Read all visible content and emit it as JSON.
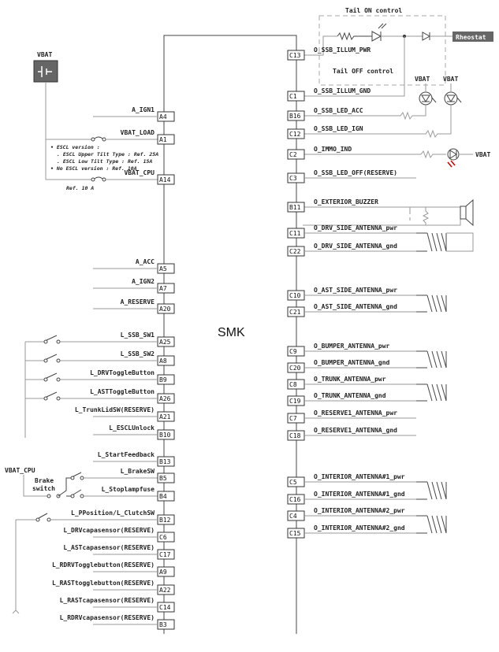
{
  "module": "SMK",
  "vbat": "VBAT",
  "vbat_cpu": "VBAT_CPU",
  "tail_on": "Tail ON control",
  "tail_off": "Tail OFF control",
  "rheostat": "Rheostat",
  "brake_switch": [
    "Brake",
    "switch"
  ],
  "ref_10a": "Ref. 10 A",
  "escl_notes": [
    "• ESCL version :",
    ". ESCL Upper Tilt Type : Ref. 25A",
    ". ESCL Low Tilt Type : Ref. 15A",
    "• No ESCL version : Ref. 10A"
  ],
  "left_pins": [
    {
      "pin": "A4",
      "label": "A_IGN1"
    },
    {
      "pin": "A1",
      "label": "VBAT_LOAD"
    },
    {
      "pin": "A14",
      "label": "VBAT_CPU"
    },
    {
      "pin": "A5",
      "label": "A_ACC"
    },
    {
      "pin": "A7",
      "label": "A_IGN2"
    },
    {
      "pin": "A20",
      "label": "A_RESERVE"
    },
    {
      "pin": "A25",
      "label": "L_SSB_SW1"
    },
    {
      "pin": "A8",
      "label": "L_SSB_SW2"
    },
    {
      "pin": "B9",
      "label": "L_DRVToggleButton"
    },
    {
      "pin": "A26",
      "label": "L_ASTToggleButton"
    },
    {
      "pin": "A21",
      "label": "L_TrunkLidSW(RESERVE)"
    },
    {
      "pin": "B10",
      "label": "L_ESCLUnlock"
    },
    {
      "pin": "B13",
      "label": "L_StartFeedback"
    },
    {
      "pin": "B5",
      "label": "L_BrakeSW"
    },
    {
      "pin": "B4",
      "label": "L_Stoplampfuse"
    },
    {
      "pin": "B12",
      "label": "L_PPosition/L_ClutchSW"
    },
    {
      "pin": "C6",
      "label": "L_DRVcapasensor(RESERVE)"
    },
    {
      "pin": "C17",
      "label": "L_ASTcapasensor(RESERVE)"
    },
    {
      "pin": "A9",
      "label": "L_RDRVTogglebutton(RESERVE)"
    },
    {
      "pin": "A22",
      "label": "L_RASTtogglebutton(RESERVE)"
    },
    {
      "pin": "C14",
      "label": "L_RASTcapasensor(RESERVE)"
    },
    {
      "pin": "B3",
      "label": "L_RDRVcapasensor(RESERVE)"
    }
  ],
  "right_pins": [
    {
      "pin": "C13",
      "label": "O_SSB_ILLUM_PWR"
    },
    {
      "pin": "C1",
      "label": "O_SSB_ILLUM_GND"
    },
    {
      "pin": "B16",
      "label": "O_SSB_LED_ACC"
    },
    {
      "pin": "C12",
      "label": "O_SSB_LED_IGN"
    },
    {
      "pin": "C2",
      "label": "O_IMMO_IND"
    },
    {
      "pin": "C3",
      "label": "O_SSB_LED_OFF(RESERVE)"
    },
    {
      "pin": "B11",
      "label": "O_EXTERIOR_BUZZER"
    },
    {
      "pin": "C11",
      "label": "O_DRV_SIDE_ANTENNA_pwr"
    },
    {
      "pin": "C22",
      "label": "O_DRV_SIDE_ANTENNA_gnd"
    },
    {
      "pin": "C10",
      "label": "O_AST_SIDE_ANTENNA_pwr"
    },
    {
      "pin": "C21",
      "label": "O_AST_SIDE_ANTENNA_gnd"
    },
    {
      "pin": "C9",
      "label": "O_BUMPER_ANTENNA_pwr"
    },
    {
      "pin": "C20",
      "label": "O_BUMPER_ANTENNA_gnd"
    },
    {
      "pin": "C8",
      "label": "O_TRUNK_ANTENNA_pwr"
    },
    {
      "pin": "C19",
      "label": "O_TRUNK_ANTENNA_gnd"
    },
    {
      "pin": "C7",
      "label": "O_RESERVE1_ANTENNA_pwr"
    },
    {
      "pin": "C18",
      "label": "O_RESERVE1_ANTENNA_gnd"
    },
    {
      "pin": "C5",
      "label": "O_INTERIOR_ANTENNA#1_pwr"
    },
    {
      "pin": "C16",
      "label": "O_INTERIOR_ANTENNA#1_gnd"
    },
    {
      "pin": "C4",
      "label": "O_INTERIOR_ANTENNA#2_pwr"
    },
    {
      "pin": "C15",
      "label": "O_INTERIOR_ANTENNA#2_gnd"
    }
  ]
}
